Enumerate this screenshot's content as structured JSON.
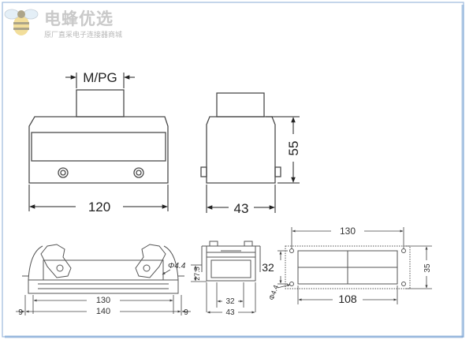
{
  "watermark": {
    "title": "电蜂优选",
    "subtitle": "原厂直采电子连接器商城"
  },
  "front_view": {
    "entry_label": "M/PG",
    "width_label": "120"
  },
  "side_view": {
    "depth_label": "43",
    "height_label": "55"
  },
  "bottom_front_view": {
    "hole_label": "Φ4.4",
    "inner_width_label": "130",
    "outer_width_label": "140",
    "left_offset_label": "9",
    "right_offset_label": "9"
  },
  "bottom_side_view": {
    "height_label": "27.5",
    "inner_width_label": "32",
    "outer_width_label": "43"
  },
  "cutout_view": {
    "width_label": "130",
    "height_label": "32",
    "right_height_label": "35",
    "hole_label": "Φ4.4",
    "bottom_label": "108"
  },
  "colors": {
    "line": "#4a4a4a",
    "dim": "#222222",
    "frame": "#7fa7d6"
  }
}
